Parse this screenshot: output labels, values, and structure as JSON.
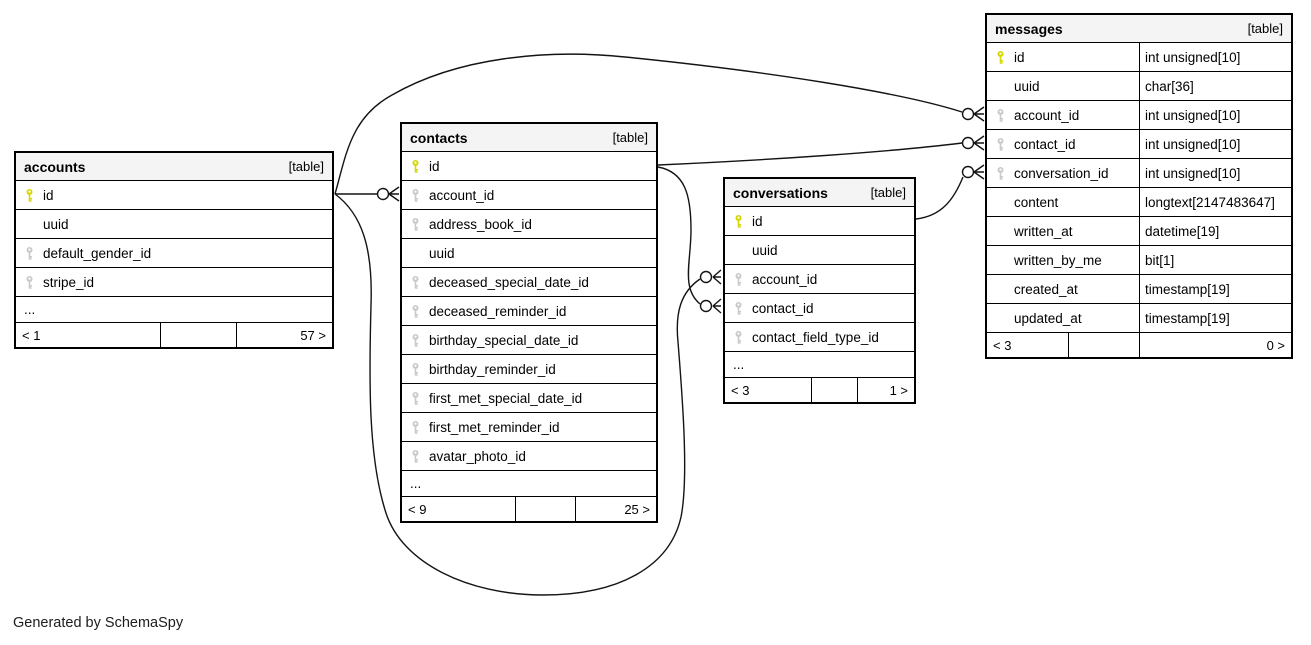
{
  "footer_note": "Generated by SchemaSpy",
  "colors": {
    "pk_key": "#d6d600",
    "fk_key": "#c9c9c9",
    "header_bg": "#f4f4f4",
    "border": "#000000"
  },
  "tables": {
    "accounts": {
      "name": "accounts",
      "badge": "[table]",
      "columns": [
        {
          "name": "id",
          "key": "pk"
        },
        {
          "name": "uuid",
          "key": ""
        },
        {
          "name": "default_gender_id",
          "key": "fk"
        },
        {
          "name": "stripe_id",
          "key": "fk"
        }
      ],
      "ellipsis": "...",
      "footer": {
        "parents": "< 1",
        "spacer": "",
        "children": "57 >"
      }
    },
    "contacts": {
      "name": "contacts",
      "badge": "[table]",
      "columns": [
        {
          "name": "id",
          "key": "pk"
        },
        {
          "name": "account_id",
          "key": "fk"
        },
        {
          "name": "address_book_id",
          "key": "fk"
        },
        {
          "name": "uuid",
          "key": ""
        },
        {
          "name": "deceased_special_date_id",
          "key": "fk"
        },
        {
          "name": "deceased_reminder_id",
          "key": "fk"
        },
        {
          "name": "birthday_special_date_id",
          "key": "fk"
        },
        {
          "name": "birthday_reminder_id",
          "key": "fk"
        },
        {
          "name": "first_met_special_date_id",
          "key": "fk"
        },
        {
          "name": "first_met_reminder_id",
          "key": "fk"
        },
        {
          "name": "avatar_photo_id",
          "key": "fk"
        }
      ],
      "ellipsis": "...",
      "footer": {
        "parents": "< 9",
        "spacer": "",
        "children": "25 >"
      }
    },
    "conversations": {
      "name": "conversations",
      "badge": "[table]",
      "columns": [
        {
          "name": "id",
          "key": "pk"
        },
        {
          "name": "uuid",
          "key": ""
        },
        {
          "name": "account_id",
          "key": "fk"
        },
        {
          "name": "contact_id",
          "key": "fk"
        },
        {
          "name": "contact_field_type_id",
          "key": "fk"
        }
      ],
      "ellipsis": "...",
      "footer": {
        "parents": "< 3",
        "spacer": "",
        "children": "1 >"
      }
    },
    "messages": {
      "name": "messages",
      "badge": "[table]",
      "columns": [
        {
          "name": "id",
          "key": "pk",
          "type": "int unsigned[10]"
        },
        {
          "name": "uuid",
          "key": "",
          "type": "char[36]"
        },
        {
          "name": "account_id",
          "key": "fk",
          "type": "int unsigned[10]"
        },
        {
          "name": "contact_id",
          "key": "fk",
          "type": "int unsigned[10]"
        },
        {
          "name": "conversation_id",
          "key": "fk",
          "type": "int unsigned[10]"
        },
        {
          "name": "content",
          "key": "",
          "type": "longtext[2147483647]"
        },
        {
          "name": "written_at",
          "key": "",
          "type": "datetime[19]"
        },
        {
          "name": "written_by_me",
          "key": "",
          "type": "bit[1]"
        },
        {
          "name": "created_at",
          "key": "",
          "type": "timestamp[19]"
        },
        {
          "name": "updated_at",
          "key": "",
          "type": "timestamp[19]"
        }
      ],
      "footer": {
        "parents": "< 3",
        "spacer": "",
        "children": "0 >"
      }
    }
  },
  "relationships": [
    {
      "from": "accounts.id",
      "to": "contacts.account_id"
    },
    {
      "from": "accounts.id",
      "to": "messages.account_id"
    },
    {
      "from": "accounts.id",
      "to": "conversations.account_id"
    },
    {
      "from": "contacts.id",
      "to": "conversations.contact_id"
    },
    {
      "from": "contacts.id",
      "to": "messages.contact_id"
    },
    {
      "from": "conversations.id",
      "to": "messages.conversation_id"
    }
  ]
}
